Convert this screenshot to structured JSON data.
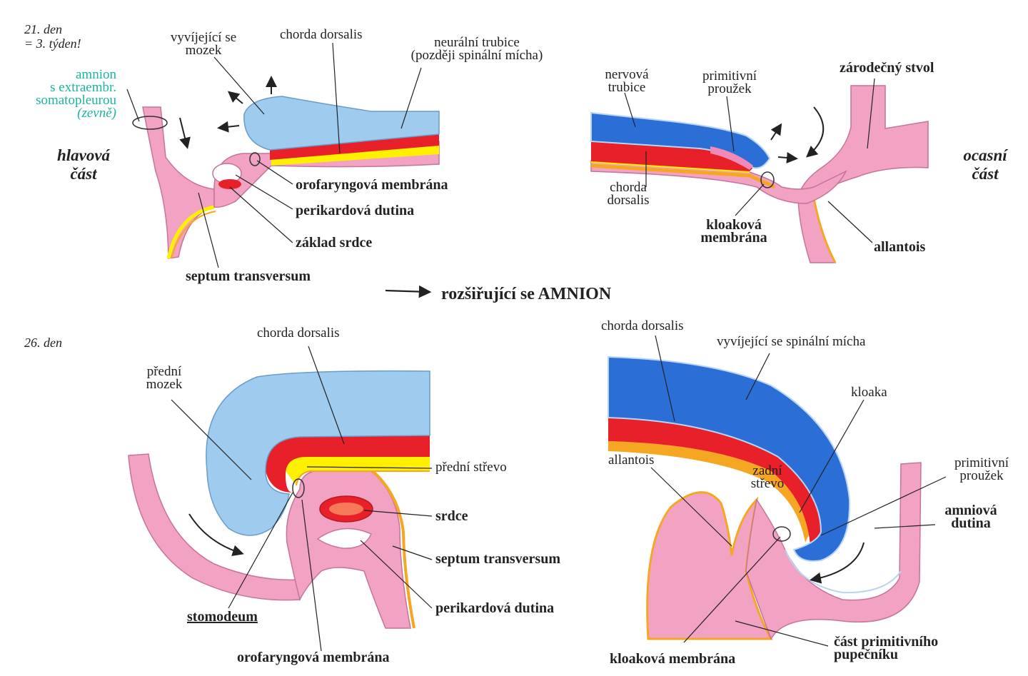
{
  "colors": {
    "tissue_pink": "#f2a3c3",
    "tissue_outline": "#c7739a",
    "neural_light_blue": "#9fcbee",
    "neural_blue": "#2a6ed6",
    "chorda_red": "#e8202a",
    "endoderm_yellow": "#fff000",
    "endoderm_orange": "#f5a623",
    "amnion_teal": "#1bb5a2"
  },
  "top_caption": "rozšiřující se AMNION",
  "panel_a": {
    "day": "21. den",
    "week": "= 3. týden!",
    "amnion_label": [
      "amnion",
      "s extraembr.",
      "somatopleurou",
      "(zevně)"
    ],
    "head_part": [
      "hlavová",
      "část"
    ],
    "labels": {
      "brain": [
        "vyvíjející se",
        "mozek"
      ],
      "chorda": "chorda dorsalis",
      "neural_tube": [
        "neurální trubice",
        "(později spinální mícha)"
      ],
      "orofaryngeal": "orofaryngová membrána",
      "pericardial": "perikardová dutina",
      "heart_base": "základ srdce",
      "septum": "septum transversum"
    }
  },
  "panel_b": {
    "tail_part": [
      "ocasní",
      "část"
    ],
    "labels": {
      "neural_tube": [
        "nervová",
        "trubice"
      ],
      "primitive_streak": [
        "primitivní",
        "proužek"
      ],
      "germ_stalk": "zárodečný stvol",
      "chorda": [
        "chorda",
        "dorsalis"
      ],
      "cloacal_membrane": [
        "kloaková",
        "membrána"
      ],
      "allantois": "allantois"
    }
  },
  "panel_c": {
    "day": "26. den",
    "labels": {
      "chorda": "chorda dorsalis",
      "forebrain": [
        "přední",
        "mozek"
      ],
      "foregut": "přední střevo",
      "heart": "srdce",
      "septum": "septum transversum",
      "pericardial": "perikardová dutina",
      "stomodeum": "stomodeum",
      "orofaryngeal": "orofaryngová membrána"
    }
  },
  "panel_d": {
    "labels": {
      "chorda": "chorda dorsalis",
      "spinal_cord": "vyvíjející se spinální mícha",
      "cloaca": "kloaka",
      "allantois": "allantois",
      "hindgut": [
        "zadní",
        "střevo"
      ],
      "primitive_streak": [
        "primitivní",
        "proužek"
      ],
      "amniotic_cavity": [
        "amniová",
        "dutina"
      ],
      "umbilical": [
        "část primitivního",
        "pupečníku"
      ],
      "cloacal_membrane": "kloaková membrána"
    }
  }
}
